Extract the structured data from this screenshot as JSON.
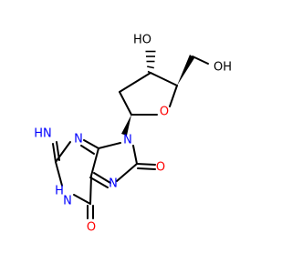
{
  "molecule": {
    "atoms": {
      "o_ring": "O",
      "oh_top": "HO",
      "oh_side": "OH",
      "n9": "N",
      "n3": "N",
      "n7": "N",
      "imine": "HN",
      "n1_h": "H",
      "n1": "N",
      "o_c8": "O",
      "o_c6": "O"
    },
    "colors": {
      "bond": "#000000",
      "oxygen": "#ff0000",
      "nitrogen": "#0000ff",
      "hydrogen_on_oxygen": "#000000"
    }
  }
}
